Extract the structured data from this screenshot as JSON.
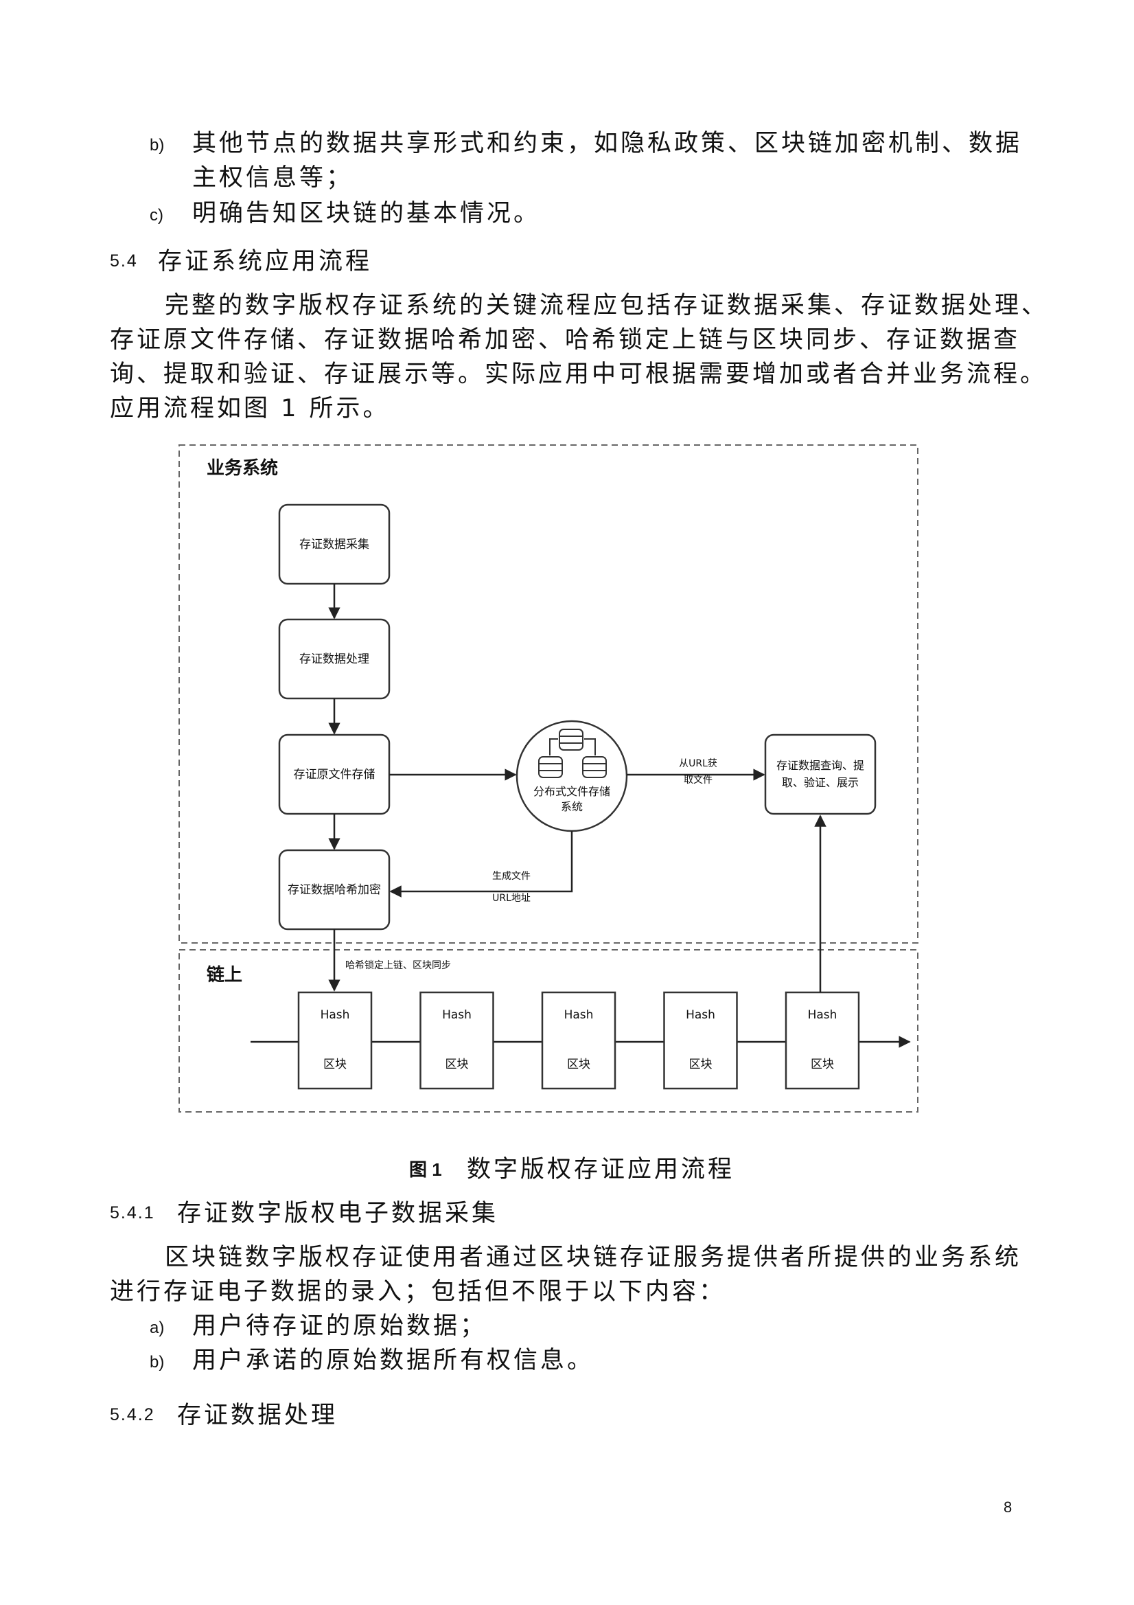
{
  "list_top": {
    "b_marker": "b)",
    "b_line1": "其他节点的数据共享形式和约束，如隐私政策、区块链加密机制、数据",
    "b_line2": "主权信息等；",
    "c_marker": "c)",
    "c_line1": "明确告知区块链的基本情况。"
  },
  "section_5_4": {
    "number": "5.4",
    "title": "存证系统应用流程",
    "para_line1": "完整的数字版权存证系统的关键流程应包括存证数据采集、存证数据处理、",
    "para_line2": "存证原文件存储、存证数据哈希加密、哈希锁定上链与区块同步、存证数据查",
    "para_line3": "询、提取和验证、存证展示等。实际应用中可根据需要增加或者合并业务流程。",
    "para_line4": "应用流程如图 1 所示。"
  },
  "diagram": {
    "business_label": "业务系统",
    "chain_label": "链上",
    "step1": "存证数据采集",
    "step2": "存证数据处理",
    "step3": "存证原文件存储",
    "step4": "存证数据哈希加密",
    "storage_line1": "分布式文件存储",
    "storage_line2": "系统",
    "fetch_line1": "从URL获",
    "fetch_line2": "取文件",
    "query_line1": "存证数据查询、提",
    "query_line2": "取、验证、展示",
    "gen_line1": "生成文件",
    "gen_line2": "URL地址",
    "lock_label": "哈希锁定上链、区块同步",
    "blocks": [
      {
        "hash": "Hash",
        "label": "区块"
      },
      {
        "hash": "Hash",
        "label": "区块"
      },
      {
        "hash": "Hash",
        "label": "区块"
      },
      {
        "hash": "Hash",
        "label": "区块"
      },
      {
        "hash": "Hash",
        "label": "区块"
      }
    ]
  },
  "figure": {
    "number": "图 1",
    "caption": "数字版权存证应用流程"
  },
  "section_5_4_1": {
    "number": "5.4.1",
    "title": "存证数字版权电子数据采集",
    "para_line1": "区块链数字版权存证使用者通过区块链存证服务提供者所提供的业务系统",
    "para_line2": "进行存证电子数据的录入；包括但不限于以下内容：",
    "a_marker": "a)",
    "a_text": "用户待存证的原始数据；",
    "b_marker": "b)",
    "b_text": "用户承诺的原始数据所有权信息。"
  },
  "section_5_4_2": {
    "number": "5.4.2",
    "title": "存证数据处理"
  },
  "page_number": "8"
}
